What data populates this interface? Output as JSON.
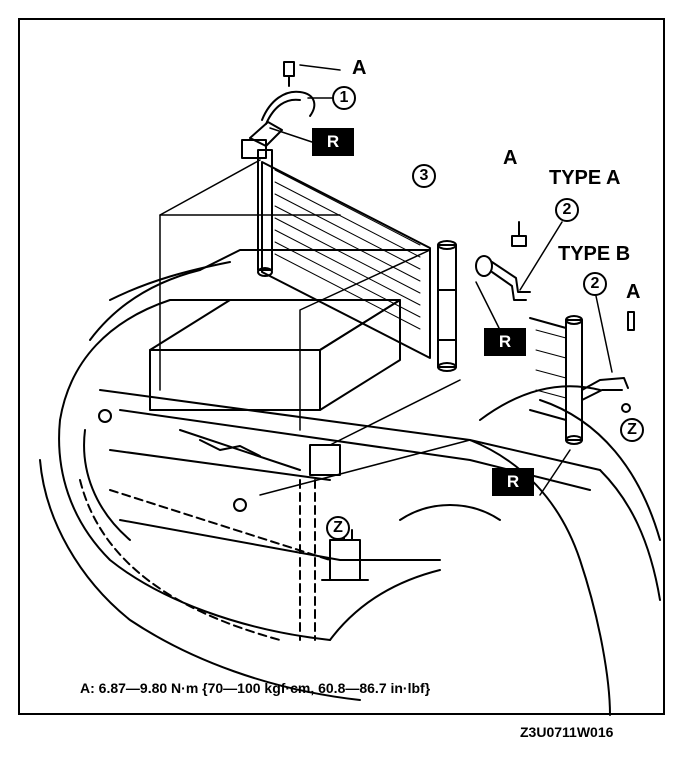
{
  "labels": {
    "a_top": "A",
    "a_type_a": "A",
    "a_type_b": "A",
    "type_a": "TYPE A",
    "type_b": "TYPE B",
    "callout_1": "1",
    "callout_2a": "2",
    "callout_2b": "2",
    "callout_3": "3",
    "z_right": "Z",
    "z_bottom": "Z",
    "r_top": "R",
    "r_mid": "R",
    "r_bottom": "R"
  },
  "torque_note": "A: 6.87—9.80 N·m {70—100 kgf·cm, 60.8—86.7 in·lbf}",
  "figure_code": "Z3U0711W016"
}
